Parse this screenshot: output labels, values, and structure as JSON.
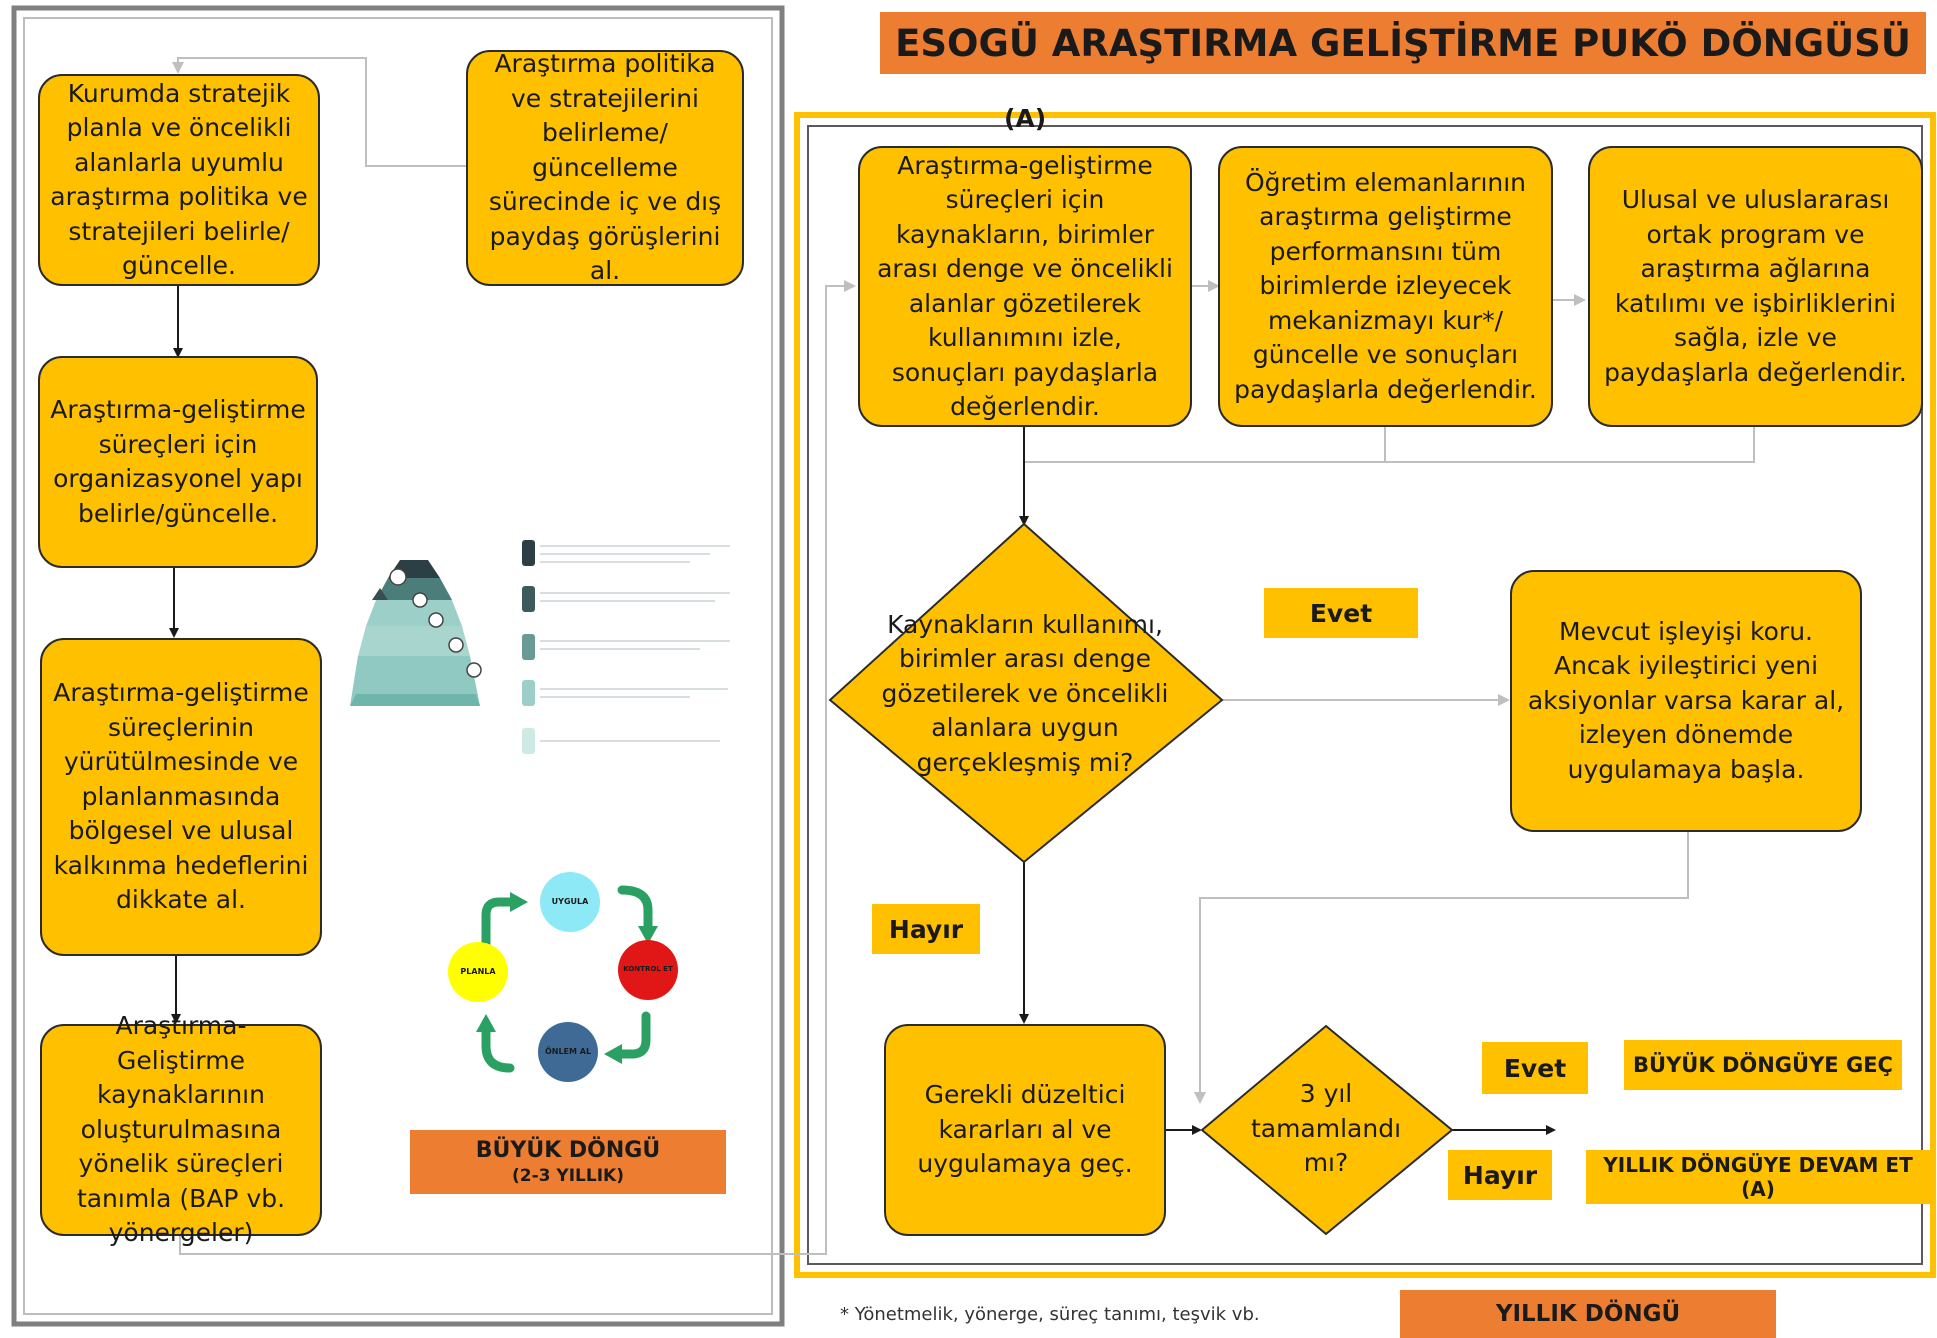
{
  "title": "ESOGÜ ARAŞTIRMA GELİŞTİRME PUKÖ DÖNGÜSÜ",
  "section_marker": "(A)",
  "left_panel": {
    "box1": "Kurumda stratejik planla ve öncelikli alanlarla uyumlu araştırma politika ve stratejileri belirle/ güncelle.",
    "box_side": "Araştırma politika ve stratejilerini belirleme/ güncelleme sürecinde iç ve dış paydaş görüşlerini al.",
    "box2": "Araştırma-geliştirme süreçleri için organizasyonel yapı belirle/güncelle.",
    "box3": "Araştırma-geliştirme süreçlerinin yürütülmesinde ve planlanmasında bölgesel ve ulusal kalkınma hedeflerini dikkate al.",
    "box4": "Araştırma-Geliştirme kaynaklarının oluşturulmasına yönelik süreçleri tanımla (BAP vb. yönergeler)",
    "cycle_label_line1": "BÜYÜK DÖNGÜ",
    "cycle_label_line2": "(2-3 YILLIK)",
    "pdca": {
      "top": "UYGULA",
      "right": "KONTROL ET",
      "bottom": "ÖNLEM AL",
      "left": "PLANLA"
    }
  },
  "right_panel": {
    "box_a1": "Araştırma-geliştirme süreçleri için kaynakların, birimler arası denge ve öncelikli alanlar gözetilerek kullanımını izle, sonuçları paydaşlarla değerlendir.",
    "box_a2": "Öğretim elemanlarının araştırma geliştirme performansını tüm birimlerde izleyecek mekanizmayı kur*/ güncelle ve sonuçları paydaşlarla değerlendir.",
    "box_a3": "Ulusal ve uluslararası ortak program ve araştırma ağlarına katılımı ve işbirliklerini sağla, izle ve paydaşlarla değerlendir.",
    "decision1": "Kaynakların kullanımı, birimler arası denge gözetilerek ve öncelikli alanlara uygun gerçekleşmiş mi?",
    "yes1": "Evet",
    "no1": "Hayır",
    "box_keep": "Mevcut işleyişi koru. Ancak iyileştirici yeni aksiyonlar varsa karar al, izleyen dönemde uygulamaya başla.",
    "box_fix": "Gerekli düzeltici kararları al ve uygulamaya geç.",
    "decision2": "3 yıl tamamlandı mı?",
    "yes2": "Evet",
    "no2": "Hayır",
    "result_yes": "BÜYÜK DÖNGÜYE GEÇ",
    "result_no": "YILLIK DÖNGÜYE DEVAM ET (A)"
  },
  "footnote": "* Yönetmelik, yönerge, süreç tanımı, teşvik vb.",
  "annual_label": "YILLIK DÖNGÜ",
  "colors": {
    "box_fill": "#ffc000",
    "title_fill": "#ed7d31",
    "arrow": "#1a1a1a",
    "connector": "#bfbfbf"
  }
}
